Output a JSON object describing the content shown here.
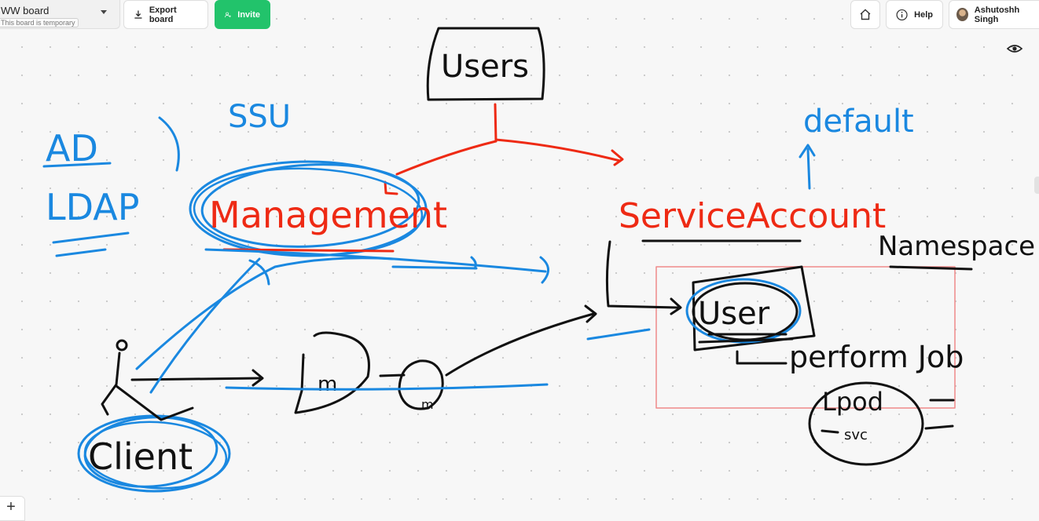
{
  "toolbar": {
    "board_title": "WW board",
    "board_subtitle": "This board is temporary",
    "export_label": "Export board",
    "invite_label": "Invite",
    "help_label": "Help",
    "user_name": "Ashutoshh Singh"
  },
  "icons": {
    "export": "download-icon",
    "invite": "add-user-icon",
    "home": "home-icon",
    "help": "info-icon",
    "view": "eye-icon",
    "add": "plus-icon"
  },
  "colors": {
    "blue_ink": "#1a88e0",
    "red_ink": "#ee2a14",
    "black_ink": "#111111",
    "invite_green": "#22c36b",
    "namespace_box": "#ef8a8a"
  },
  "whiteboard": {
    "users": "Users",
    "ssu": "SSU",
    "ad": "AD",
    "ldap": "LDAP",
    "management": "Management",
    "service_account": "ServiceAccount",
    "default": "default",
    "namespace": "Namespace",
    "user": "User",
    "perform_job": "perform Job",
    "pod": "Lpod",
    "svc": "svc",
    "client": "Client",
    "m_label": "m"
  }
}
